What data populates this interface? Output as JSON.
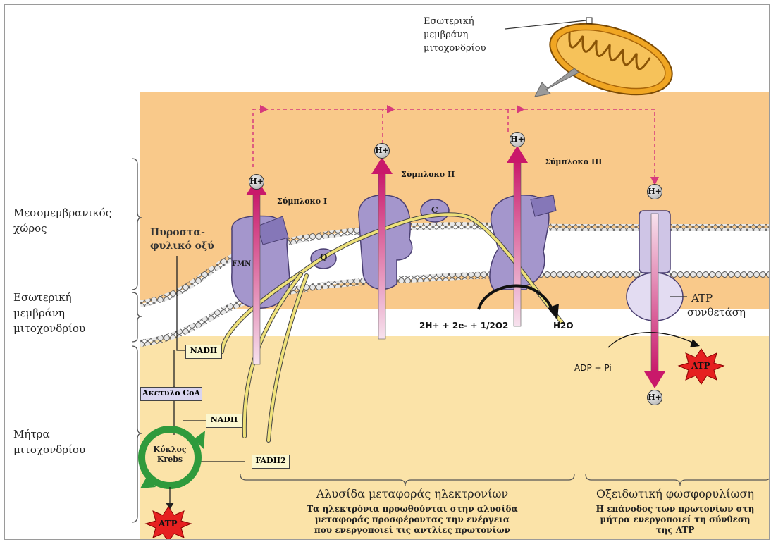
{
  "mito_label": [
    "Εσωτερική",
    "μεμβράνη",
    "μιτοχονδρίου"
  ],
  "side_labels": {
    "intermembrane": [
      "Μεσομεμβρανικός",
      "χώρος"
    ],
    "inner_membrane": [
      "Εσωτερική",
      "μεμβράνη",
      "μιτοχονδρίου"
    ],
    "matrix": [
      "Μήτρα",
      "μιτοχονδρίου"
    ]
  },
  "pyruvate": [
    "Πυροστα-",
    "φυλικό οξύ"
  ],
  "complex_labels": {
    "c1": "Σύμπλοκο I",
    "c2": "Σύμπλοκο II",
    "c3": "Σύμπλοκο III"
  },
  "carriers": {
    "fmn": "FMN",
    "q": "Q",
    "c": "C"
  },
  "proton": "H+",
  "boxes": {
    "nadh1": "NADH",
    "acetyl": "Ακετυλο CoA",
    "nadh2": "NADH",
    "fadh": "FADH2"
  },
  "krebs": [
    "Κύκλος",
    "Krebs"
  ],
  "atp": "ATP",
  "synthase": [
    "ATP",
    "συνθετάση"
  ],
  "equation": "2H+ + 2e- + 1/2O2",
  "water": "H2O",
  "adp": "ADP + Pi",
  "bottom": {
    "etc_title": "Αλυσίδα μεταφοράς ηλεκτρονίων",
    "etc_text": [
      "Τα ηλεκτρόνια προωθούνται στην αλυσίδα",
      "μεταφοράς προσφέροντας την ενέργεια",
      "που ενεργοποιεί τις αντλίες πρωτονίων"
    ],
    "ox_title": "Οξειδωτική φωσφορυλίωση",
    "ox_text": [
      "Η επάνοδος των πρωτονίων στη",
      "μήτρα ενεργοποιεί τη σύνθεση",
      "της ATP"
    ]
  },
  "colors": {
    "intermembrane": "#f9c98a",
    "matrix": "#fbe3a8",
    "protein": "#a496cc",
    "proton_arrow": "#c9186a",
    "krebs": "#2f9a3c",
    "atp_star": "#e62020",
    "electron_path": "#eee17a",
    "mito": "#f0a623"
  }
}
